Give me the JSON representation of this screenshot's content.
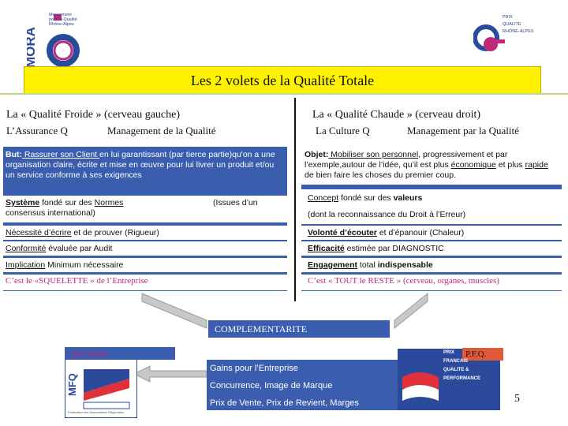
{
  "header": {
    "logo_left_lines": [
      "Mouvement",
      "pour la Qualité",
      "Rhône-Alpes"
    ],
    "logo_left_vertical": "MORA",
    "logo_right_lines": [
      "PRIX",
      "QUALITE",
      "RHÔNE-ALPES"
    ],
    "title": "Les 2 volets de la Qualité Totale"
  },
  "left": {
    "heading": "La « Qualité Froide » (cerveau gauche)",
    "sub_a": "L’Assurance Q",
    "sub_b": "Management de la Qualité",
    "but_label": "But:",
    "but_underlined": " Rassurer son Client ",
    "but_text": " en lui garantissant (par tierce partie)qu'on a une organisation claire, écrite et mise en œuvre pour lui livrer un produit et/ou un service conforme à ses exigences",
    "systeme_label": "Système",
    "systeme_mid": " fondé sur des ",
    "systeme_normes": "Normes",
    "systeme_issues": "(Issues d’un",
    "systeme_consensus": "consensus international)",
    "necessite_label": "Nécessité d’écrire",
    "necessite_text": " et de prouver (Rigueur)",
    "conformite_label": "Conformité",
    "conformite_text": " évaluée par Audit",
    "implication_label": "Implication",
    "implication_text": " Minimum nécessaire",
    "squelette": "C’est le «SQUELETTE » de l’Entreprise"
  },
  "right": {
    "heading": "La « Qualité Chaude » (cerveau droit)",
    "sub_a": "La Culture Q",
    "sub_b": "Management par la Qualité",
    "objet_label": "Objet:",
    "objet_underlined": " Mobiliser son personnel",
    "objet_text_1": ", progressivement et par l’exemple,autour de l’idée, qu’il est plus ",
    "objet_economique": "économique",
    "objet_text_2": " et plus ",
    "objet_rapide": "rapide",
    "objet_text_3": " de bien faire les choses du premier coup.",
    "concept_label": "Concept",
    "concept_text": " fondé sur des ",
    "concept_valeurs": "valeurs",
    "reconnaissance": "(dont la reconnaissance du Droit à l’Erreur)",
    "volonte_label": "Volonté d’écouter",
    "volonte_text": " et d’épanouir (Chaleur)",
    "efficacite_label": "Efficacité",
    "efficacite_text": " estimée par DIAGNOSTIC",
    "engagement_label": "Engagement",
    "engagement_text": " total ",
    "engagement_bold": "indispensable",
    "tout_le_reste": "C’est « TOUT le RESTE » (cerveau, organes, muscles)"
  },
  "bottom": {
    "complementarite": "COMPLEMENTARITE",
    "iso": "ISO 9001",
    "pfq": "P.F.Q.",
    "gains": "Gains pour l’Entreprise",
    "concurrence": "Concurrence, Image de Marque",
    "prix": "Prix de Vente, Prix de Revient, Marges",
    "mfq_vertical": "MFQ",
    "mfq_sub": "Fédération des Associations Régionales",
    "pfq_logo_lines": [
      "PRIX",
      "FRANCAIS",
      "QUALITE &",
      "PERFORMANCE"
    ],
    "page_number": "5"
  },
  "colors": {
    "title_bg": "#fff200",
    "panel_blue": "#3a5dae",
    "arrow_grey": "#c8c8c8",
    "magenta": "#c0287a",
    "pfq_bg": "#e05a3a"
  }
}
